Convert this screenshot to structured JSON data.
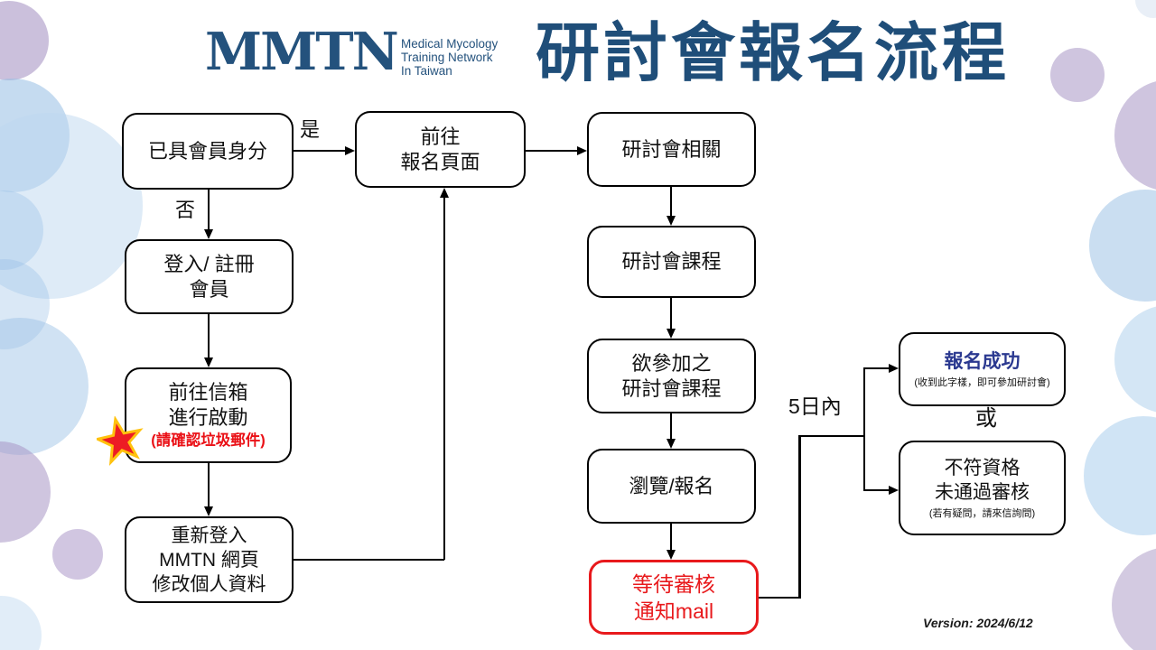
{
  "header": {
    "logo": {
      "text": "MMTN",
      "tagline": [
        "Medical Mycology",
        "Training Network",
        "In Taiwan"
      ]
    },
    "title": "研討會報名流程"
  },
  "flow": {
    "boxes": {
      "member_check": {
        "lines": [
          "已具會員身分"
        ]
      },
      "goto_registration": {
        "lines": [
          "前往",
          "報名頁面"
        ]
      },
      "login_register": {
        "lines": [
          "登入/ 註冊",
          "會員"
        ]
      },
      "activate_mailbox": {
        "lines": [
          "前往信箱",
          "進行啟動"
        ],
        "note": "(請確認垃圾郵件)"
      },
      "relogin": {
        "lines": [
          "重新登入",
          "MMTN 網頁",
          "修改個人資料"
        ]
      },
      "seminar_related": {
        "lines": [
          "研討會相關"
        ]
      },
      "seminar_courses": {
        "lines": [
          "研討會課程"
        ]
      },
      "desired_courses": {
        "lines": [
          "欲參加之",
          "研討會課程"
        ]
      },
      "browse_register": {
        "lines": [
          "瀏覽/報名"
        ]
      },
      "waiting_review": {
        "lines": [
          "等待審核",
          "通知mail"
        ]
      },
      "success": {
        "title": "報名成功",
        "note": "(收到此字樣，即可參加研討會)"
      },
      "rejected": {
        "lines": [
          "不符資格",
          "未通過審核"
        ],
        "note": "(若有疑問，請來信詢問)"
      }
    },
    "edge_labels": {
      "yes": "是",
      "no": "否",
      "or": "或",
      "within_days": "5日內"
    }
  },
  "footer": {
    "version": "Version: 2024/6/12"
  },
  "colors": {
    "title_navy": "#1f4e79",
    "logo_navy": "#24527d",
    "alert_red": "#e8191c",
    "success_blue": "#2b3990"
  }
}
